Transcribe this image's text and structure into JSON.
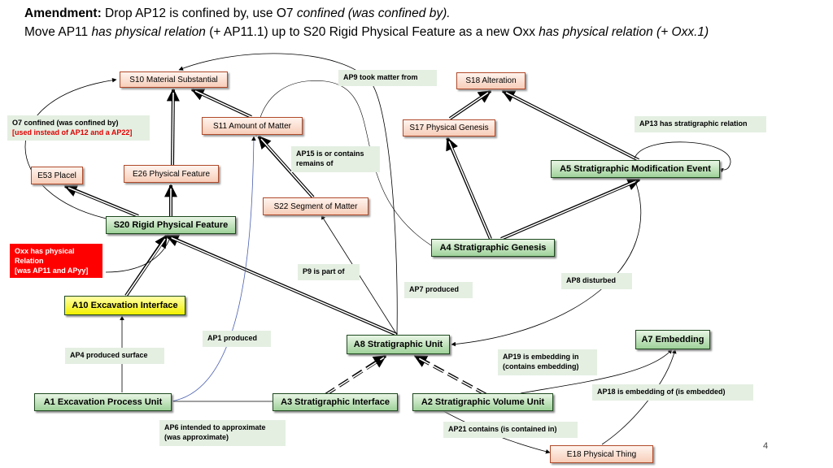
{
  "header": {
    "amend_label": "Amendment:",
    "line1_text": " Drop AP12 is confined by, use O7 ",
    "line1_italic": "confined (was confined by).",
    "line2_a": "Move AP11 ",
    "line2_b": "has physical relation",
    "line2_c": " (+ AP11.1) up to S20 Rigid Physical Feature as a new Oxx ",
    "line2_d": "has physical relation (+ Oxx.1)"
  },
  "classes": {
    "s10": "S10 Material Substantial",
    "s11": "S11 Amount of Matter",
    "s18": "S18 Alteration",
    "s17": "S17 Physical Genesis",
    "e53": "E53 Placel",
    "e26": "E26 Physical Feature",
    "s22": "S22 Segment of Matter",
    "e18": "E18 Physical Thing"
  },
  "entities": {
    "s20": "S20 Rigid Physical Feature",
    "a5": "A5 Stratigraphic Modification Event",
    "a4": "A4 Stratigraphic Genesis",
    "a10": "A10 Excavation Interface",
    "a8": "A8 Stratigraphic Unit",
    "a7": "A7 Embedding",
    "a1": "A1 Excavation Process Unit",
    "a3": "A3 Stratigraphic Interface",
    "a2": "A2 Stratigraphic Volume Unit"
  },
  "labels": {
    "ap9": "AP9  took matter from",
    "o7_line1": "O7 confined (was confined by)",
    "o7_line2": "[used instead of AP12 and a AP22]",
    "ap15_line1": "AP15 is or contains",
    "ap15_line2": "remains of",
    "ap13": "AP13 has stratigraphic relation",
    "oxx_line1": "Oxx has physical",
    "oxx_line2": "Relation",
    "oxx_line3": "[was AP11 and APyy]",
    "p9": "P9 is part of",
    "ap7": "AP7 produced",
    "ap8": "AP8 disturbed",
    "ap1": "AP1 produced",
    "ap4": "AP4 produced surface",
    "ap19_line1": "AP19 is embedding in",
    "ap19_line2": "(contains embedding)",
    "ap18": "AP18  is embedding of (is embedded)",
    "ap6_line1": "AP6 intended to approximate",
    "ap6_line2": "(was approximate)",
    "ap21": "AP21 contains (is contained in)"
  },
  "page_number": "4",
  "colors": {
    "class_fill": "#f7cdb9",
    "class_border": "#b04a2a",
    "entity_fill": "#9fd29a",
    "entity_border": "#1f4a1f",
    "highlight_entity": "#f4f000",
    "label_fill": "#e4efe2",
    "alert_label": "#ff0000",
    "alert_text": "#e00000"
  }
}
